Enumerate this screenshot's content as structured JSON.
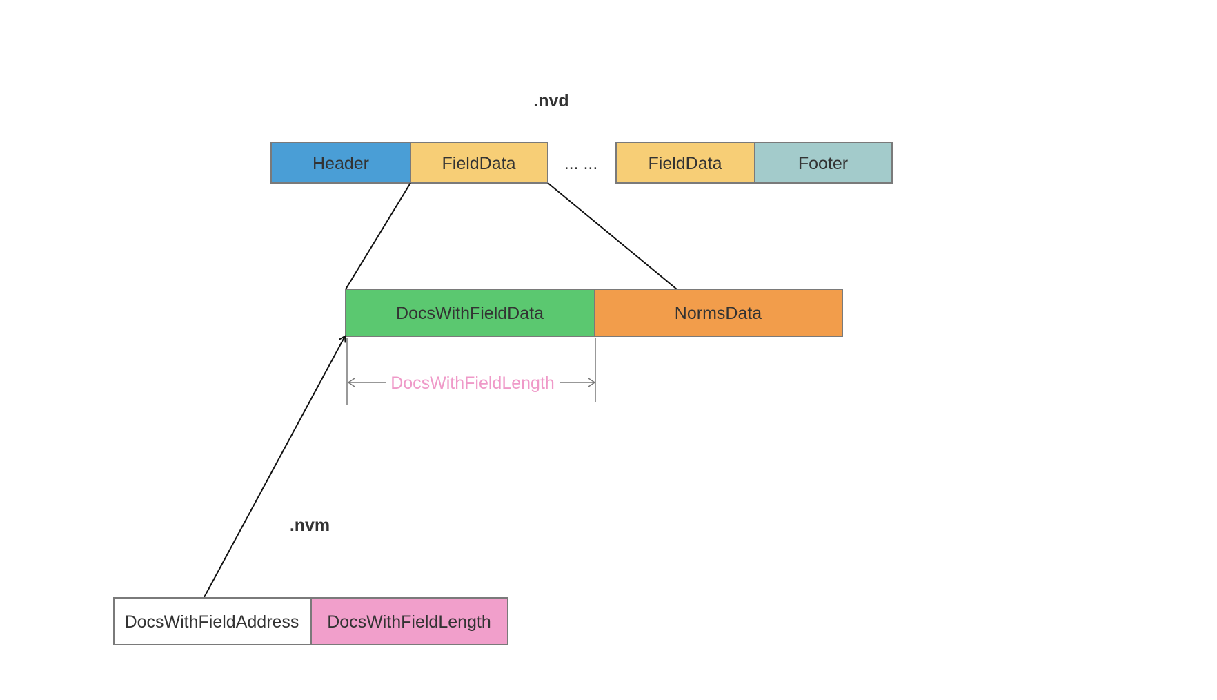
{
  "nvd": {
    "title": ".nvd",
    "header": "Header",
    "field_data_1": "FieldData",
    "ellipsis": "... ...",
    "field_data_2": "FieldData",
    "footer": "Footer"
  },
  "field_detail": {
    "docs_with_field_data": "DocsWithFieldData",
    "norms_data": "NormsData",
    "length_label": "DocsWithFieldLength"
  },
  "nvm": {
    "title": ".nvm",
    "docs_with_field_address": "DocsWithFieldAddress",
    "docs_with_field_length": "DocsWithFieldLength"
  },
  "colors": {
    "header": "#4a9ed6",
    "field_data": "#f7ce76",
    "footer": "#a3cbcb",
    "docs_with_field_data": "#5bc870",
    "norms_data": "#f29d4b",
    "docs_with_field_address": "#ffffff",
    "docs_with_field_length": "#f19fcb",
    "length_label_text": "#ef99c8"
  }
}
